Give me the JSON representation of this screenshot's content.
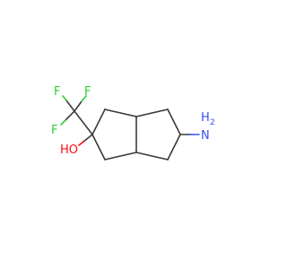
{
  "molecule": {
    "atoms": [
      {
        "id": "F1",
        "label": "F",
        "color": "#33cc33"
      },
      {
        "id": "F2",
        "label": "F",
        "color": "#33cc33"
      },
      {
        "id": "F3",
        "label": "F",
        "color": "#33cc33"
      },
      {
        "id": "O1",
        "label": "HO",
        "color": "#ff0d0d"
      },
      {
        "id": "N1",
        "label": "H",
        "color": "#3050f8"
      },
      {
        "id": "N1b",
        "label": "N",
        "color": "#3050f8"
      },
      {
        "id": "N1c",
        "label": "2",
        "color": "#3050f8"
      }
    ],
    "bond_color": "#3a3a3a"
  }
}
